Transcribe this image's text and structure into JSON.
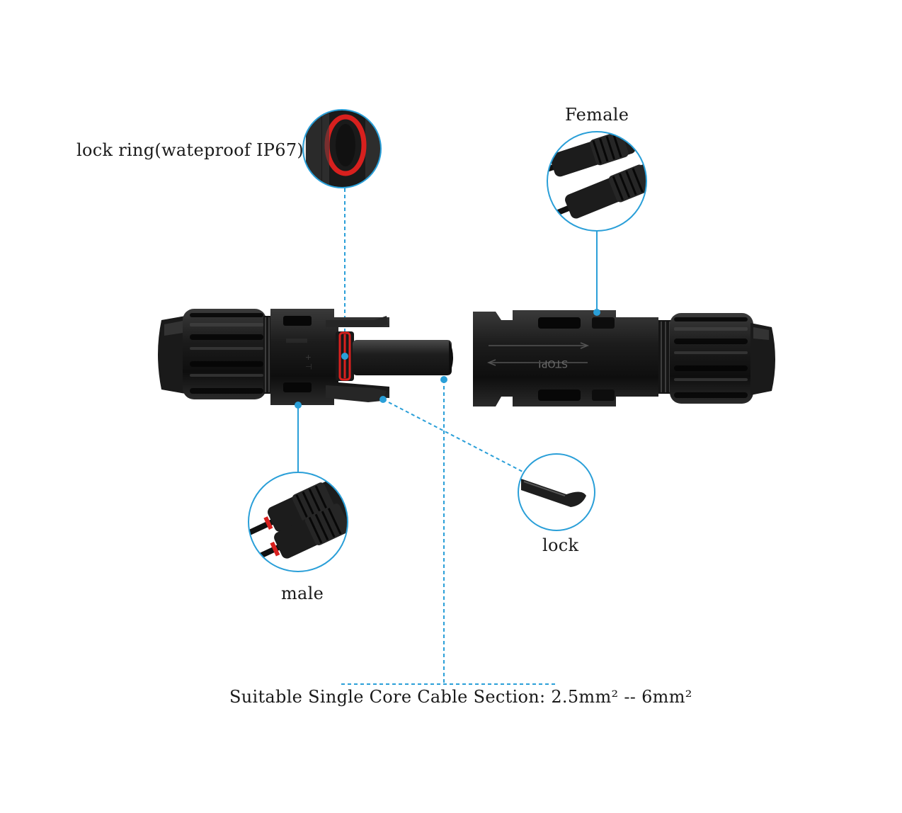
{
  "labels": {
    "lock_ring": "lock ring(wateproof IP67)",
    "female": "Female",
    "male": "male",
    "lock": "lock",
    "cable_section": "Suitable Single Core Cable Section: 2.5mm² -- 6mm²"
  },
  "embossed_text": "STOP!",
  "colors": {
    "callout": "#2a9fd8",
    "connector_body": "#1b1b1b",
    "seal_ring": "#d8201e",
    "text": "#1a1a1a"
  }
}
